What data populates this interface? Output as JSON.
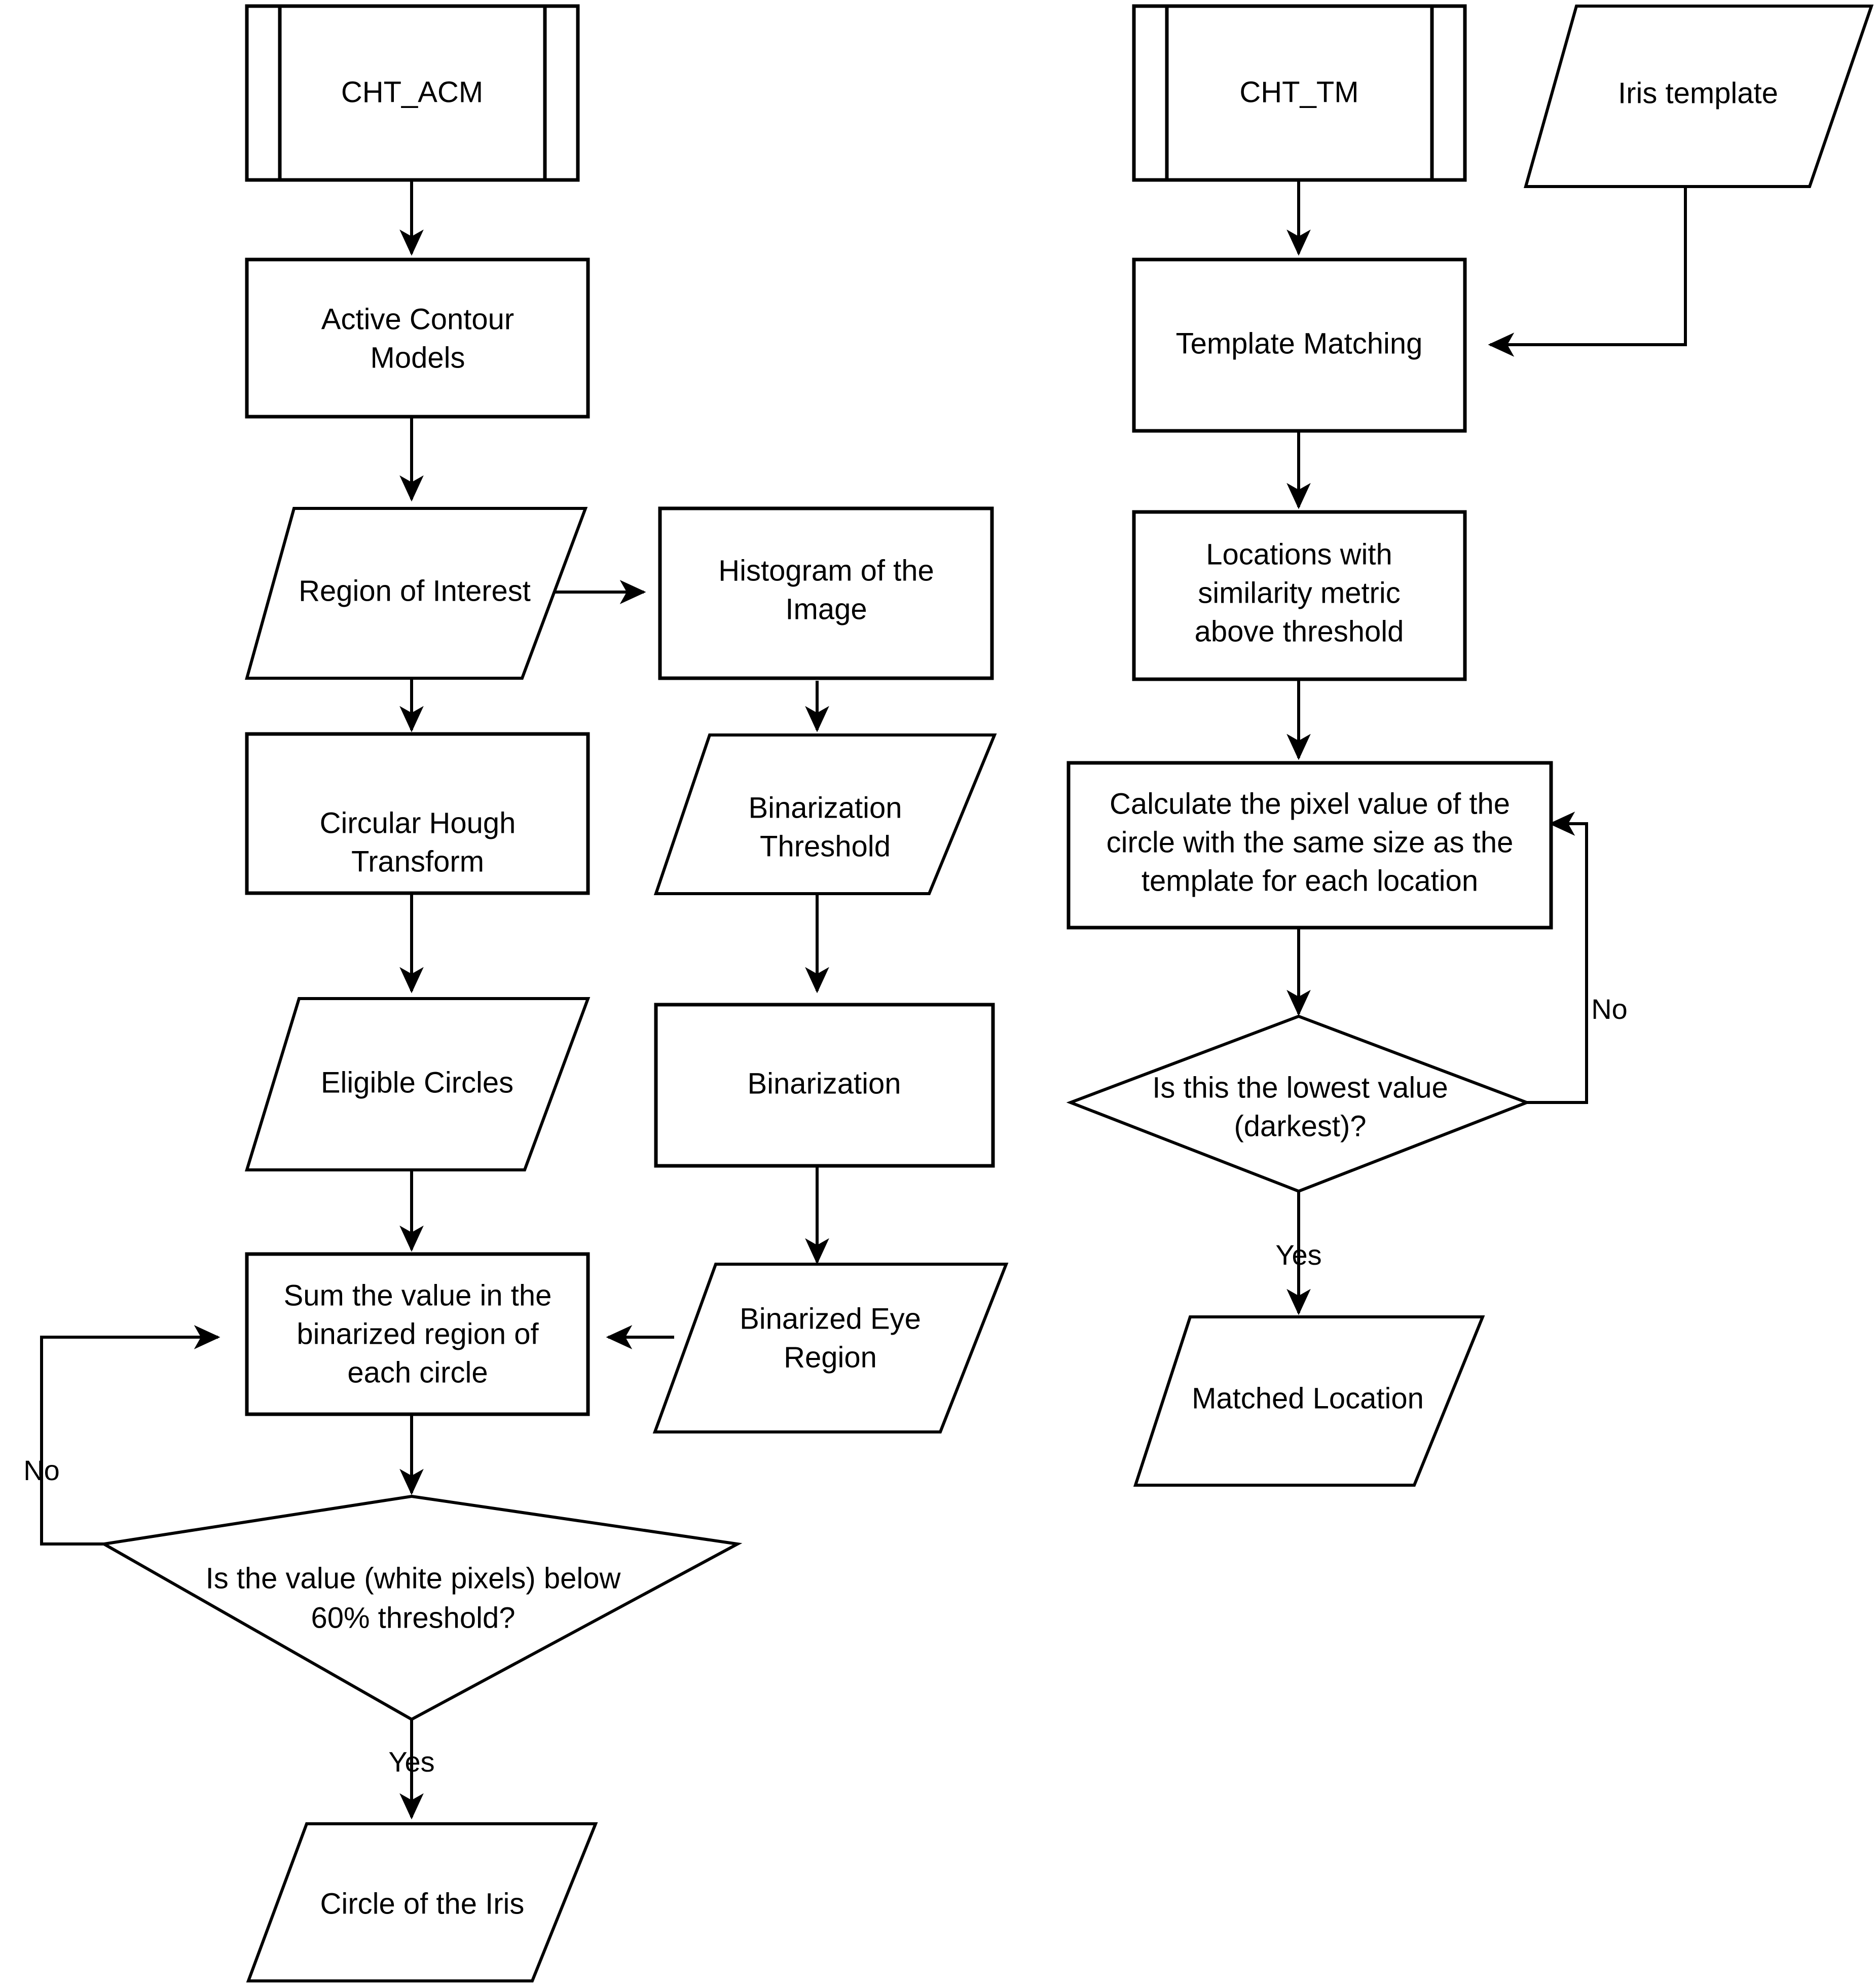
{
  "diagram": {
    "title": "CHT_ACM and CHT_TM iris detection flowchart",
    "colors": {
      "stroke": "#000000",
      "fill": "#ffffff",
      "text": "#000000"
    },
    "branches": {
      "left": {
        "name": "CHT_ACM",
        "nodes": [
          {
            "id": "cht-acm",
            "shape": "predefined-process",
            "label": "CHT_ACM"
          },
          {
            "id": "active-contour",
            "shape": "process",
            "label": "Active Contour Models",
            "lines": [
              "Active Contour",
              "Models"
            ]
          },
          {
            "id": "region-of-interest",
            "shape": "data",
            "label": "Region of Interest",
            "lines": [
              "Region of Interest"
            ]
          },
          {
            "id": "circular-hough",
            "shape": "process",
            "label": "Circular Hough Transform",
            "lines": [
              "Circular Hough",
              "Transform"
            ]
          },
          {
            "id": "eligible-circles",
            "shape": "data",
            "label": "Eligible Circles",
            "lines": [
              "Eligible Circles"
            ]
          },
          {
            "id": "sum-value",
            "shape": "process",
            "label": "Sum the value in the binarized region of each circle",
            "lines": [
              "Sum the value in the",
              "binarized region of",
              "each circle"
            ]
          },
          {
            "id": "threshold-decision",
            "shape": "decision",
            "label": "Is the value (white pixels) below 60% threshold?",
            "lines": [
              "Is the value (white pixels) below",
              "60% threshold?"
            ]
          },
          {
            "id": "circle-of-iris",
            "shape": "data",
            "label": "Circle of the Iris",
            "lines": [
              "Circle of the Iris"
            ]
          }
        ]
      },
      "middle": {
        "name": "Binarization sub-branch",
        "nodes": [
          {
            "id": "histogram",
            "shape": "process",
            "label": "Histogram of the Image",
            "lines": [
              "Histogram of the",
              "Image"
            ]
          },
          {
            "id": "binarization-threshold",
            "shape": "data",
            "label": "Binarization Threshold",
            "lines": [
              "Binarization",
              "Threshold"
            ]
          },
          {
            "id": "binarization",
            "shape": "process",
            "label": "Binarization",
            "lines": [
              "Binarization"
            ]
          },
          {
            "id": "binarized-eye-region",
            "shape": "data",
            "label": "Binarized Eye Region",
            "lines": [
              "Binarized Eye",
              "Region"
            ]
          }
        ]
      },
      "right": {
        "name": "CHT_TM",
        "nodes": [
          {
            "id": "cht-tm",
            "shape": "predefined-process",
            "label": "CHT_TM"
          },
          {
            "id": "iris-template",
            "shape": "data",
            "label": "Iris template",
            "lines": [
              "Iris template"
            ]
          },
          {
            "id": "template-matching",
            "shape": "process",
            "label": "Template Matching",
            "lines": [
              "Template Matching"
            ]
          },
          {
            "id": "locations",
            "shape": "process",
            "label": "Locations with similarity metric above threshold",
            "lines": [
              "Locations with",
              "similarity metric",
              "above threshold"
            ]
          },
          {
            "id": "calculate-pixel",
            "shape": "process",
            "label": "Calculate the pixel value of the circle with the same size as the template for each location",
            "lines": [
              "Calculate the pixel value of the",
              "circle with the same size as the",
              "template for each location"
            ]
          },
          {
            "id": "lowest-decision",
            "shape": "decision",
            "label": "Is this the lowest value (darkest)?",
            "lines": [
              "Is this the lowest value",
              "(darkest)?"
            ]
          },
          {
            "id": "matched-location",
            "shape": "data",
            "label": "Matched Location",
            "lines": [
              "Matched Location"
            ]
          }
        ]
      }
    },
    "edge_labels": {
      "left_no": "No",
      "left_yes": "Yes",
      "right_no": "No",
      "right_yes": "Yes"
    }
  }
}
